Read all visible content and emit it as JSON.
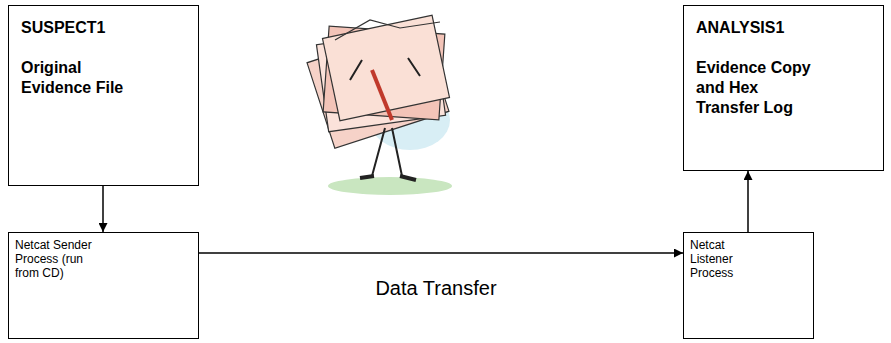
{
  "diagram": {
    "nodes": [
      {
        "text": [
          "SUSPECT1",
          "Original Evidence File"
        ]
      },
      {
        "text": [
          "ANALYSIS1",
          "Evidence Copy and Hex Transfer Log"
        ]
      },
      {
        "text": [
          "Netcat Sender Process (run from CD)"
        ]
      },
      {
        "text": [
          "Netcat Listener Process"
        ]
      }
    ],
    "edges": [
      {
        "from": 0,
        "to": 2,
        "arrow": "to"
      },
      {
        "from": 2,
        "to": 3,
        "arrow": "to",
        "label": "Data Transfer"
      },
      {
        "from": 3,
        "to": 1,
        "arrow": "to"
      }
    ]
  }
}
